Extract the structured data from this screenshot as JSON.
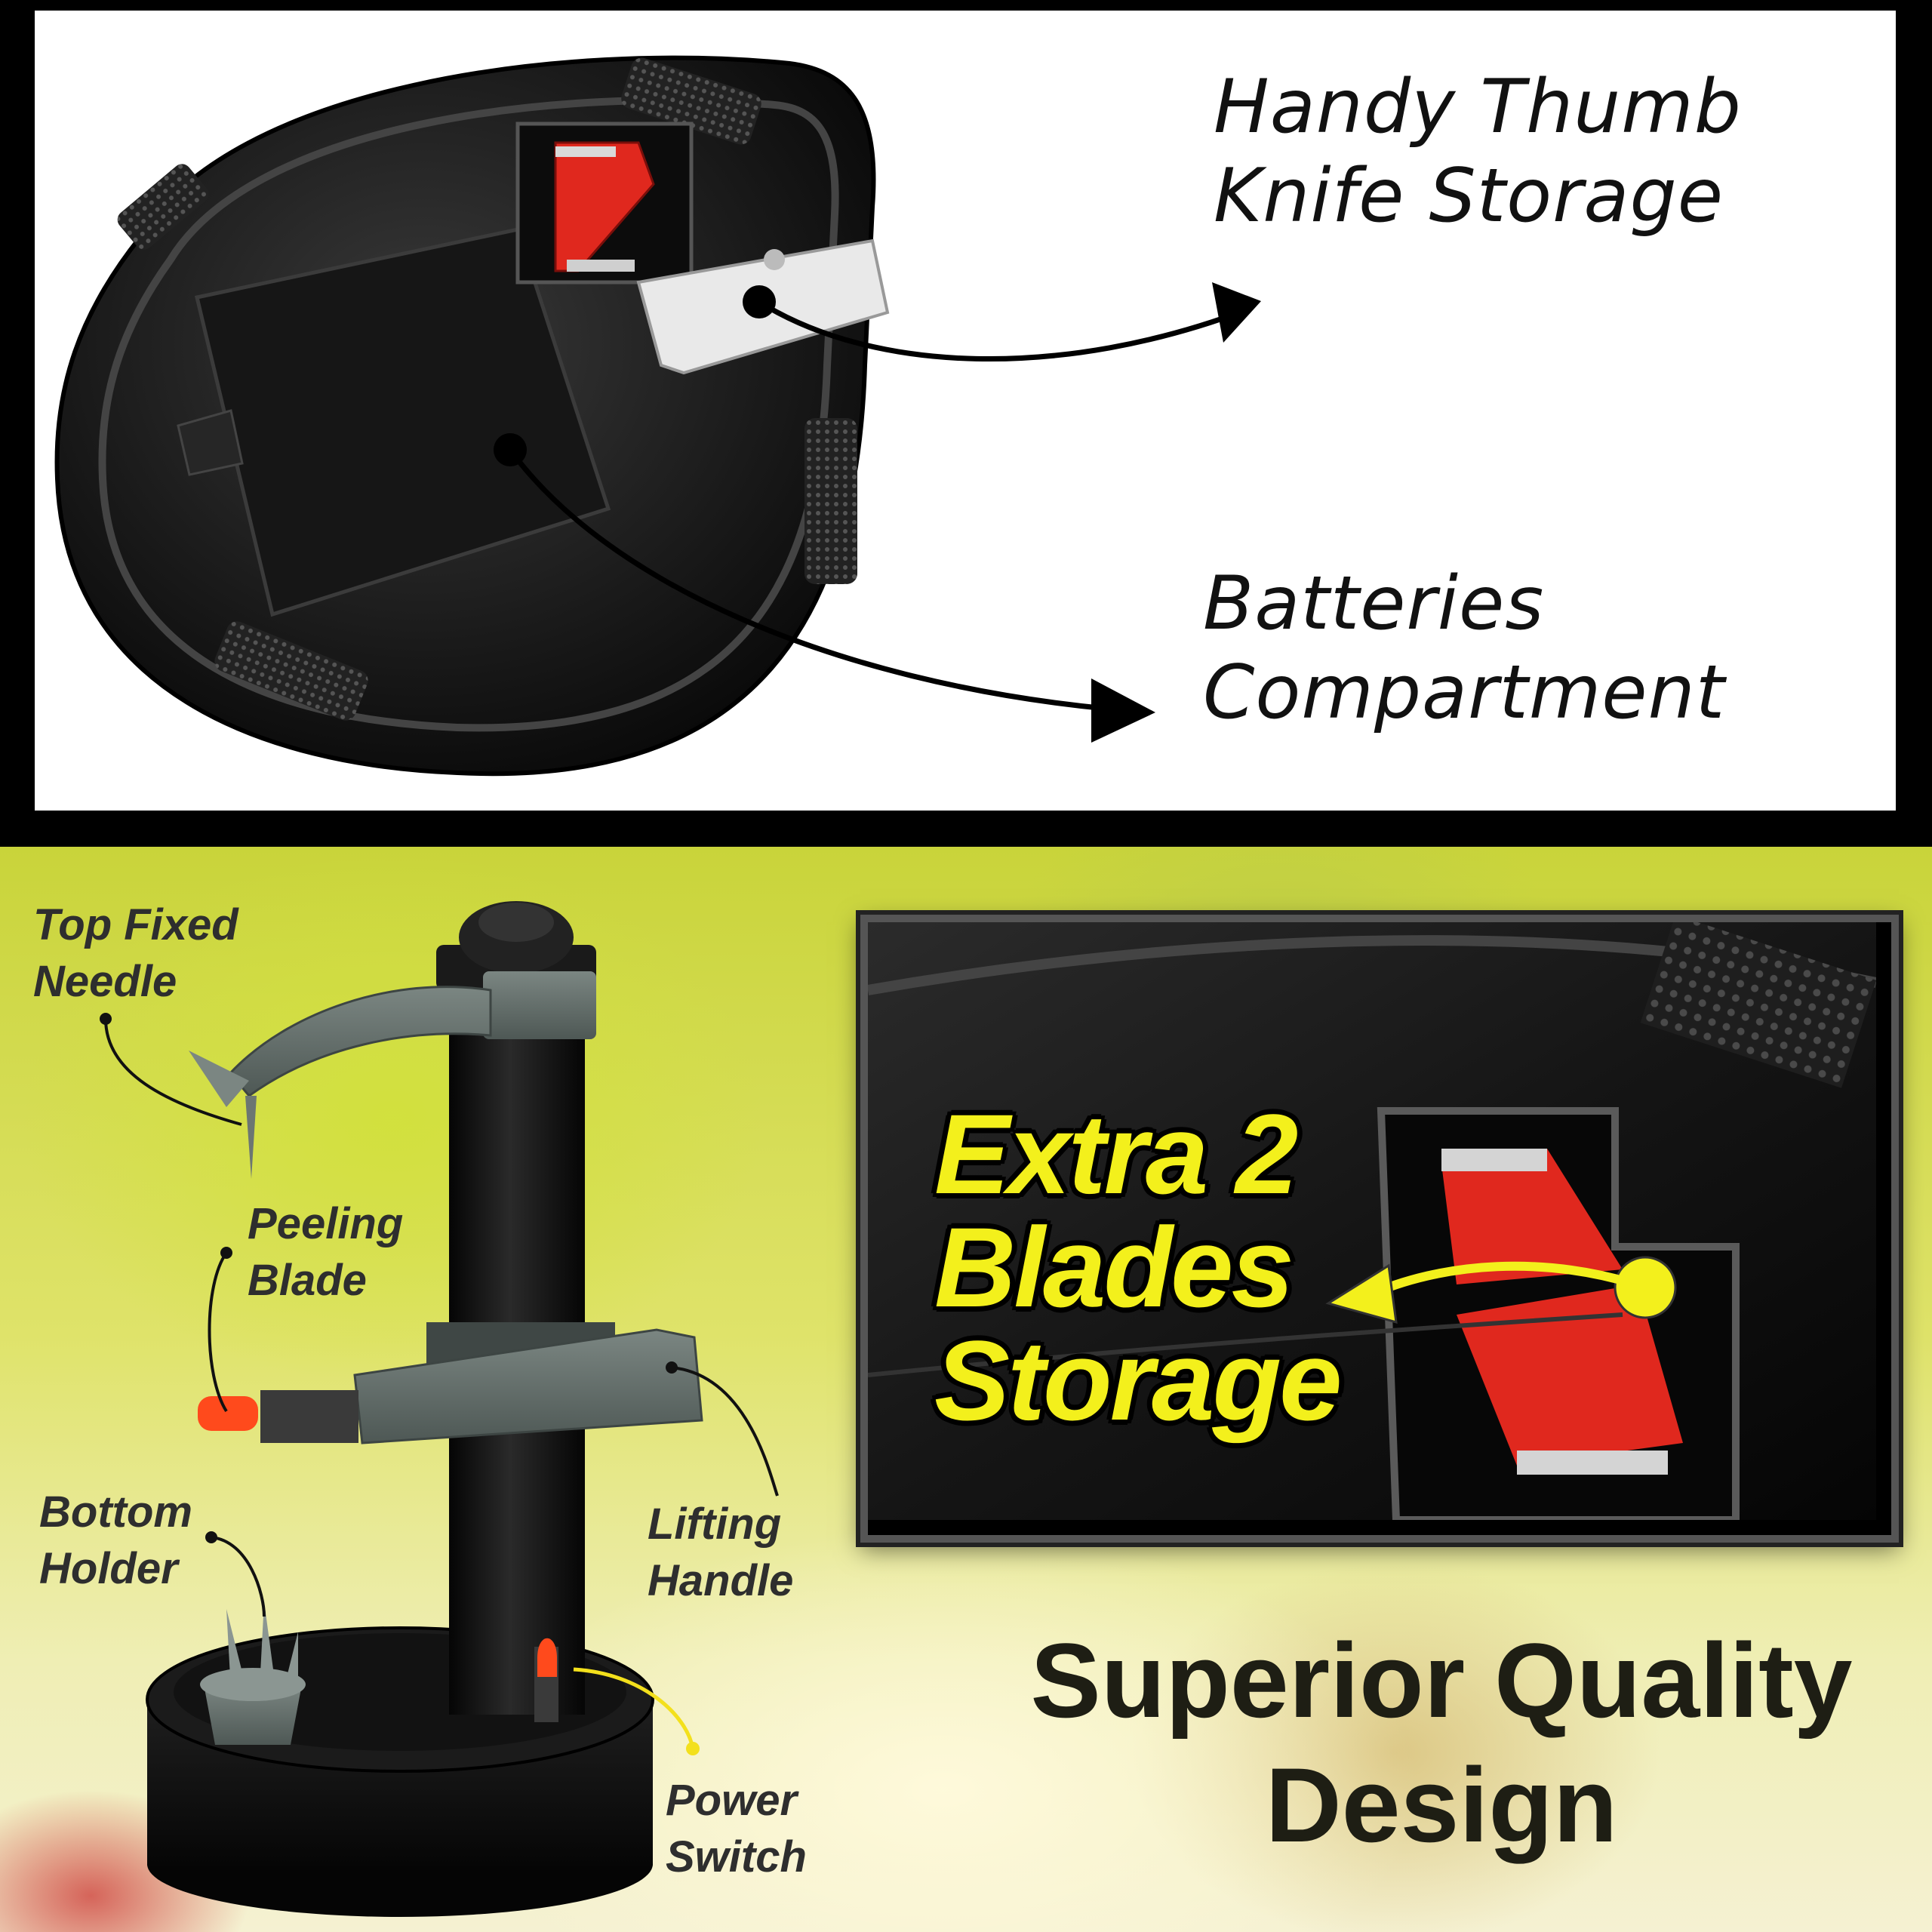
{
  "top_panel": {
    "knife_callout": [
      "Handy Thumb",
      "Knife Storage"
    ],
    "battery_callout": [
      "Batteries",
      "Compartment"
    ]
  },
  "bottom_panel": {
    "labels": {
      "top_fixed_needle": [
        "Top Fixed",
        "Needle"
      ],
      "peeling_blade": [
        "Peeling",
        "Blade"
      ],
      "bottom_holder": [
        "Bottom",
        "Holder"
      ],
      "lifting_handle": [
        "Lifting",
        "Handle"
      ],
      "power_switch": [
        "Power",
        "Switch"
      ]
    },
    "zoom_callout": [
      "Extra 2",
      "Blades",
      "Storage"
    ],
    "headline": [
      "Superior Quality",
      "Design"
    ]
  },
  "colors": {
    "accent_yellow": "#f3f01c",
    "blade_red": "#e0281e",
    "device_black": "#111111",
    "grey_plastic": "#5f6a66"
  }
}
